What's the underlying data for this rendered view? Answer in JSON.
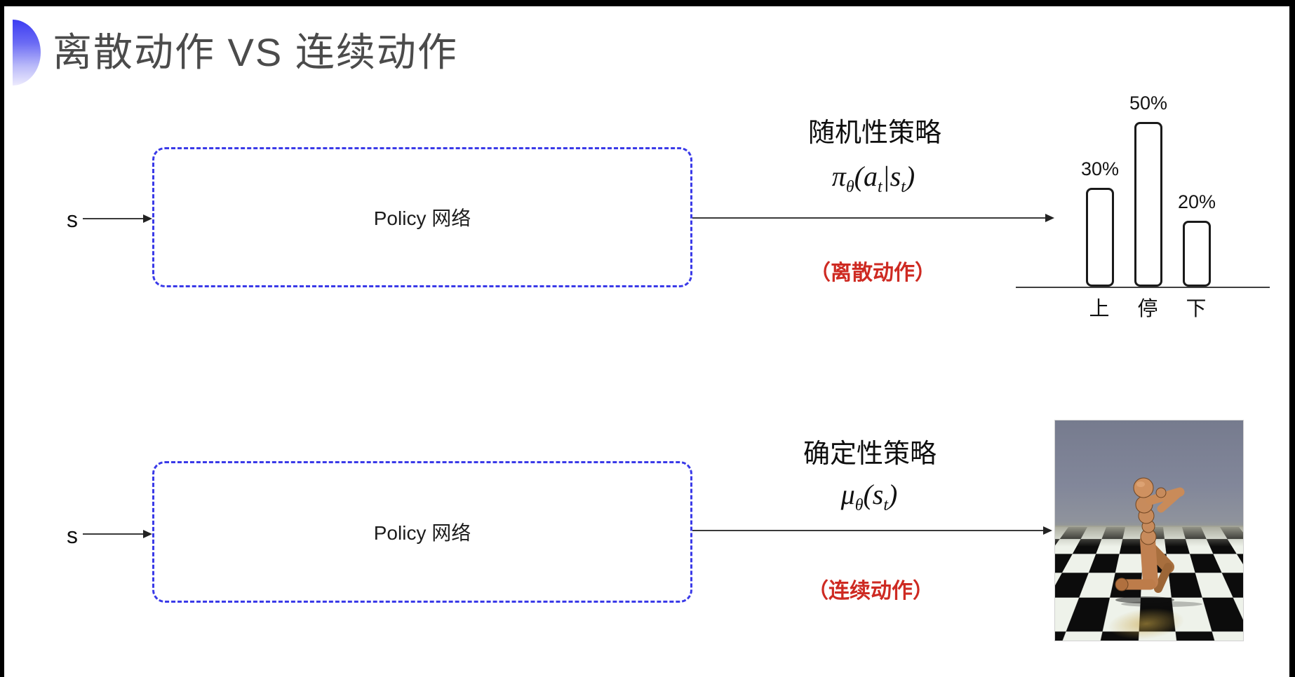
{
  "slide": {
    "title": "离散动作 VS 连续动作"
  },
  "top_flow": {
    "input_label": "s",
    "box_label": "Policy 网络",
    "policy_type": "随机性策略",
    "formula": "π_θ(a_t|s_t)",
    "action_note": "（离散动作）"
  },
  "bottom_flow": {
    "input_label": "s",
    "box_label": "Policy 网络",
    "policy_type": "确定性策略",
    "formula": "μ_θ(s_t)",
    "action_note": "（连续动作）"
  },
  "chart_data": {
    "type": "bar",
    "categories": [
      "上",
      "停",
      "下"
    ],
    "values": [
      30,
      50,
      20
    ],
    "value_labels": [
      "30%",
      "50%",
      "20%"
    ],
    "title": "",
    "xlabel": "",
    "ylabel": "",
    "ylim": [
      0,
      60
    ],
    "grid": false,
    "legend": false,
    "style": "hand-drawn white bars with dark rounded outlines above a plain baseline"
  },
  "sim_panel": {
    "description": "humanoid robot simulation on checkerboard floor"
  },
  "colors": {
    "box_border_blue": "#3a3ae8",
    "note_red": "#ce2a22",
    "title_gray": "#4b4b4b",
    "line_dark": "#3a3a3a",
    "accent_icon_blue": "#3c3cf2",
    "bar_outline": "#1a1a1a"
  }
}
